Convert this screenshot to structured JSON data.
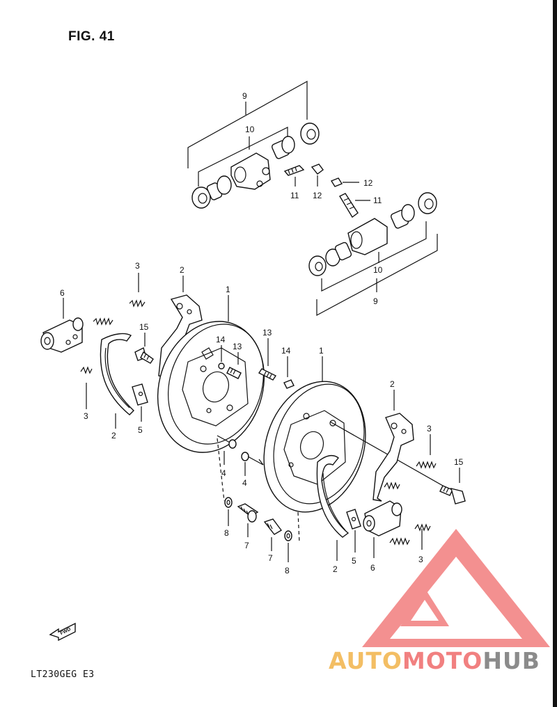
{
  "figure": {
    "title": "FIG. 41",
    "model_code": "LT230GEG E3",
    "fwd_label": "FWD"
  },
  "watermark": {
    "part1": "AUTO",
    "part2": "MOTO",
    "part3": "HUB",
    "color_triangle": "#ef6b6b",
    "color_auto": "#f2b34a"
  },
  "callouts": {
    "c9_top": "9",
    "c10_top": "10",
    "c11_top": "11",
    "c12_top": "12",
    "c12_right": "12",
    "c11_right": "11",
    "c10_bottom": "10",
    "c9_bottom": "9",
    "c3_left_top": "3",
    "c2_left_top": "2",
    "c1_left": "1",
    "c6_left": "6",
    "c15_left": "15",
    "c14_left": "14",
    "c13_left_a": "13",
    "c13_left_b": "13",
    "c14_mid": "14",
    "c3_left_bottom": "3",
    "c2_left_bottom": "2",
    "c5_left": "5",
    "c4_left": "4",
    "c4_mid": "4",
    "c8_left": "8",
    "c7_left": "7",
    "c7_mid": "7",
    "c8_mid": "8",
    "c1_right": "1",
    "c2_right_top": "2",
    "c3_right": "3",
    "c15_right": "15",
    "c2_right_bottom": "2",
    "c5_right": "5",
    "c6_right": "6",
    "c3_right_bottom": "3"
  }
}
